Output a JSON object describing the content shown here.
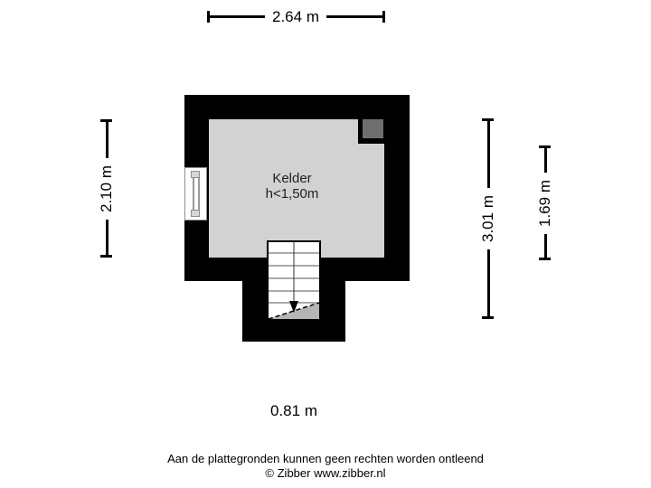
{
  "floorplan": {
    "room": {
      "name": "Kelder",
      "height_note": "h<1,50m"
    },
    "dimensions": {
      "top": "2.64 m",
      "left": "2.10 m",
      "right_outer": "3.01 m",
      "right_inner": "1.69 m",
      "bottom": "0.81 m"
    },
    "symbols": {
      "window": "double-glazing-window",
      "flue": "flue-duct-square",
      "stairs": "staircase-with-down-arrow-and-cut-line"
    },
    "colors": {
      "wall": "#000000",
      "floor": "#d2d2d2",
      "flue": "#6f6f6f",
      "stair_cut": "#b5b5b5",
      "background": "#ffffff"
    }
  },
  "footer": {
    "disclaimer": "Aan de plattegronden kunnen geen rechten worden ontleend",
    "copyright": "© Zibber www.zibber.nl"
  }
}
